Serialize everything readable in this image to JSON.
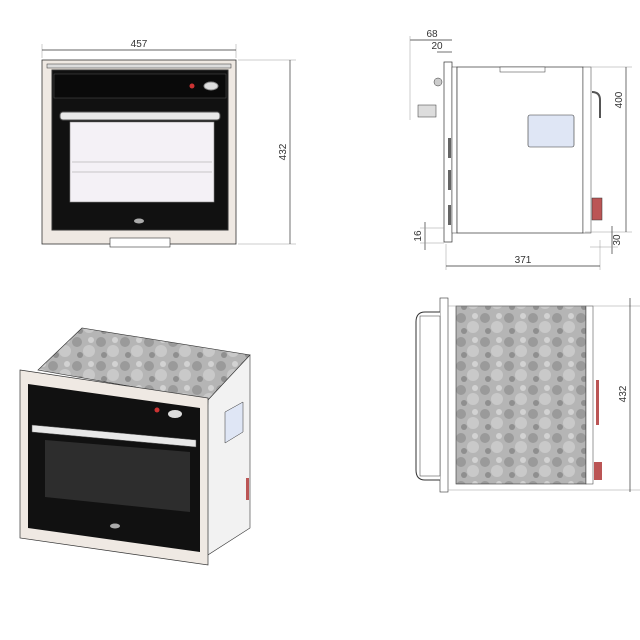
{
  "title": "Oven dimension drawing",
  "front_view": {
    "width_label": "457",
    "height_label": "432"
  },
  "side_view": {
    "offset_total_label": "68",
    "offset_frame_label": "20",
    "height_label": "400",
    "bottom_offset_label": "16",
    "rear_offset_label": "30",
    "depth_label": "371"
  },
  "top_view": {
    "height_label": "432"
  },
  "colors": {
    "line": "#333333",
    "glass": "#1a1a1a",
    "frame": "#e8e2dc",
    "window_blue": "#dfe6f5",
    "top_granite": "#a9a9a9"
  }
}
